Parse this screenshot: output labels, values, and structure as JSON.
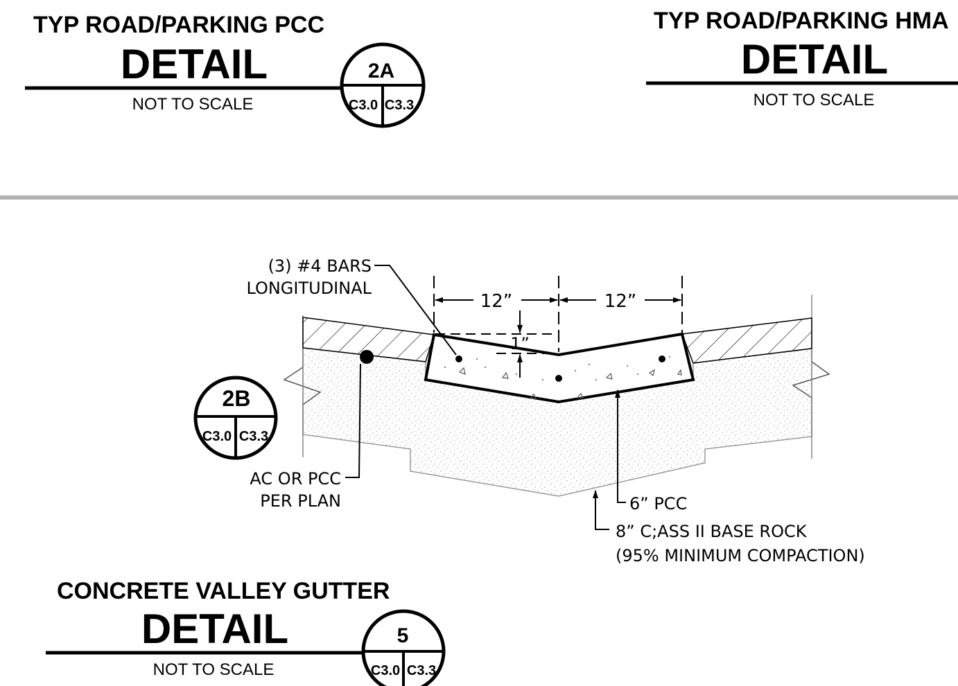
{
  "titles": {
    "pcc": {
      "heading": "TYP ROAD/PARKING PCC",
      "detail": "DETAIL",
      "scale": "NOT TO SCALE"
    },
    "hma": {
      "heading": "TYP ROAD/PARKING HMA",
      "detail": "DETAIL",
      "scale": "NOT TO SCALE"
    },
    "gutter": {
      "heading": "CONCRETE VALLEY GUTTER",
      "detail": "DETAIL",
      "scale": "NOT TO SCALE"
    }
  },
  "bubbles": {
    "b2a": {
      "number": "2A",
      "sheet_left": "C3.0",
      "sheet_right": "C3.3"
    },
    "b2b": {
      "number": "2B",
      "sheet_left": "C3.0",
      "sheet_right": "C3.3"
    },
    "b5": {
      "number": "5",
      "sheet_left": "C3.0",
      "sheet_right": "C3.3"
    }
  },
  "annotations": {
    "bars_line1": "(3)  #4  BARS",
    "bars_line2": "LONGITUDINAL",
    "dim_left": "12”",
    "dim_right": "12”",
    "dim_depth": "1”",
    "ac_line1": "AC  OR  PCC",
    "ac_line2": "PER  PLAN",
    "pcc": "6”  PCC",
    "base_line1": "8”  C;ASS  II  BASE  ROCK",
    "base_line2": "(95%  MINIMUM  COMPACTION)"
  }
}
